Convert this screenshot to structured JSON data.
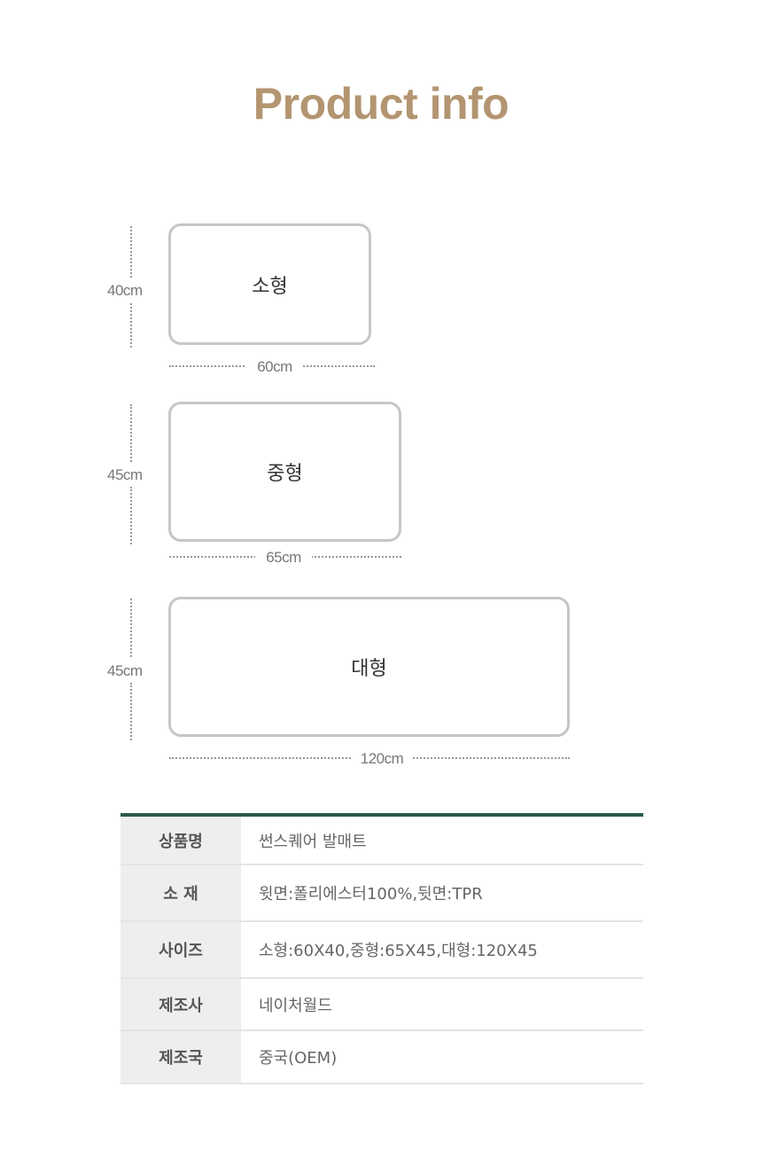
{
  "title": "Product info",
  "sizes": [
    {
      "name": "소형",
      "height_label": "40cm",
      "width_label": "60cm"
    },
    {
      "name": "중형",
      "height_label": "45cm",
      "width_label": "65cm"
    },
    {
      "name": "대형",
      "height_label": "45cm",
      "width_label": "120cm"
    }
  ],
  "spec_table": [
    {
      "label": "상품명",
      "value": "썬스퀘어 발매트"
    },
    {
      "label": "소 재",
      "value": "윗면:폴리에스터100%,뒷면:TPR"
    },
    {
      "label": "사이즈",
      "value": "소형:60X40,중형:65X45,대형:120X45"
    },
    {
      "label": "제조사",
      "value": "네이처월드"
    },
    {
      "label": "제조국",
      "value": "중국(OEM)"
    }
  ],
  "colors": {
    "title": "#b39571",
    "table_top_border": "#2b5a4a",
    "label_bg": "#eeeeee"
  }
}
